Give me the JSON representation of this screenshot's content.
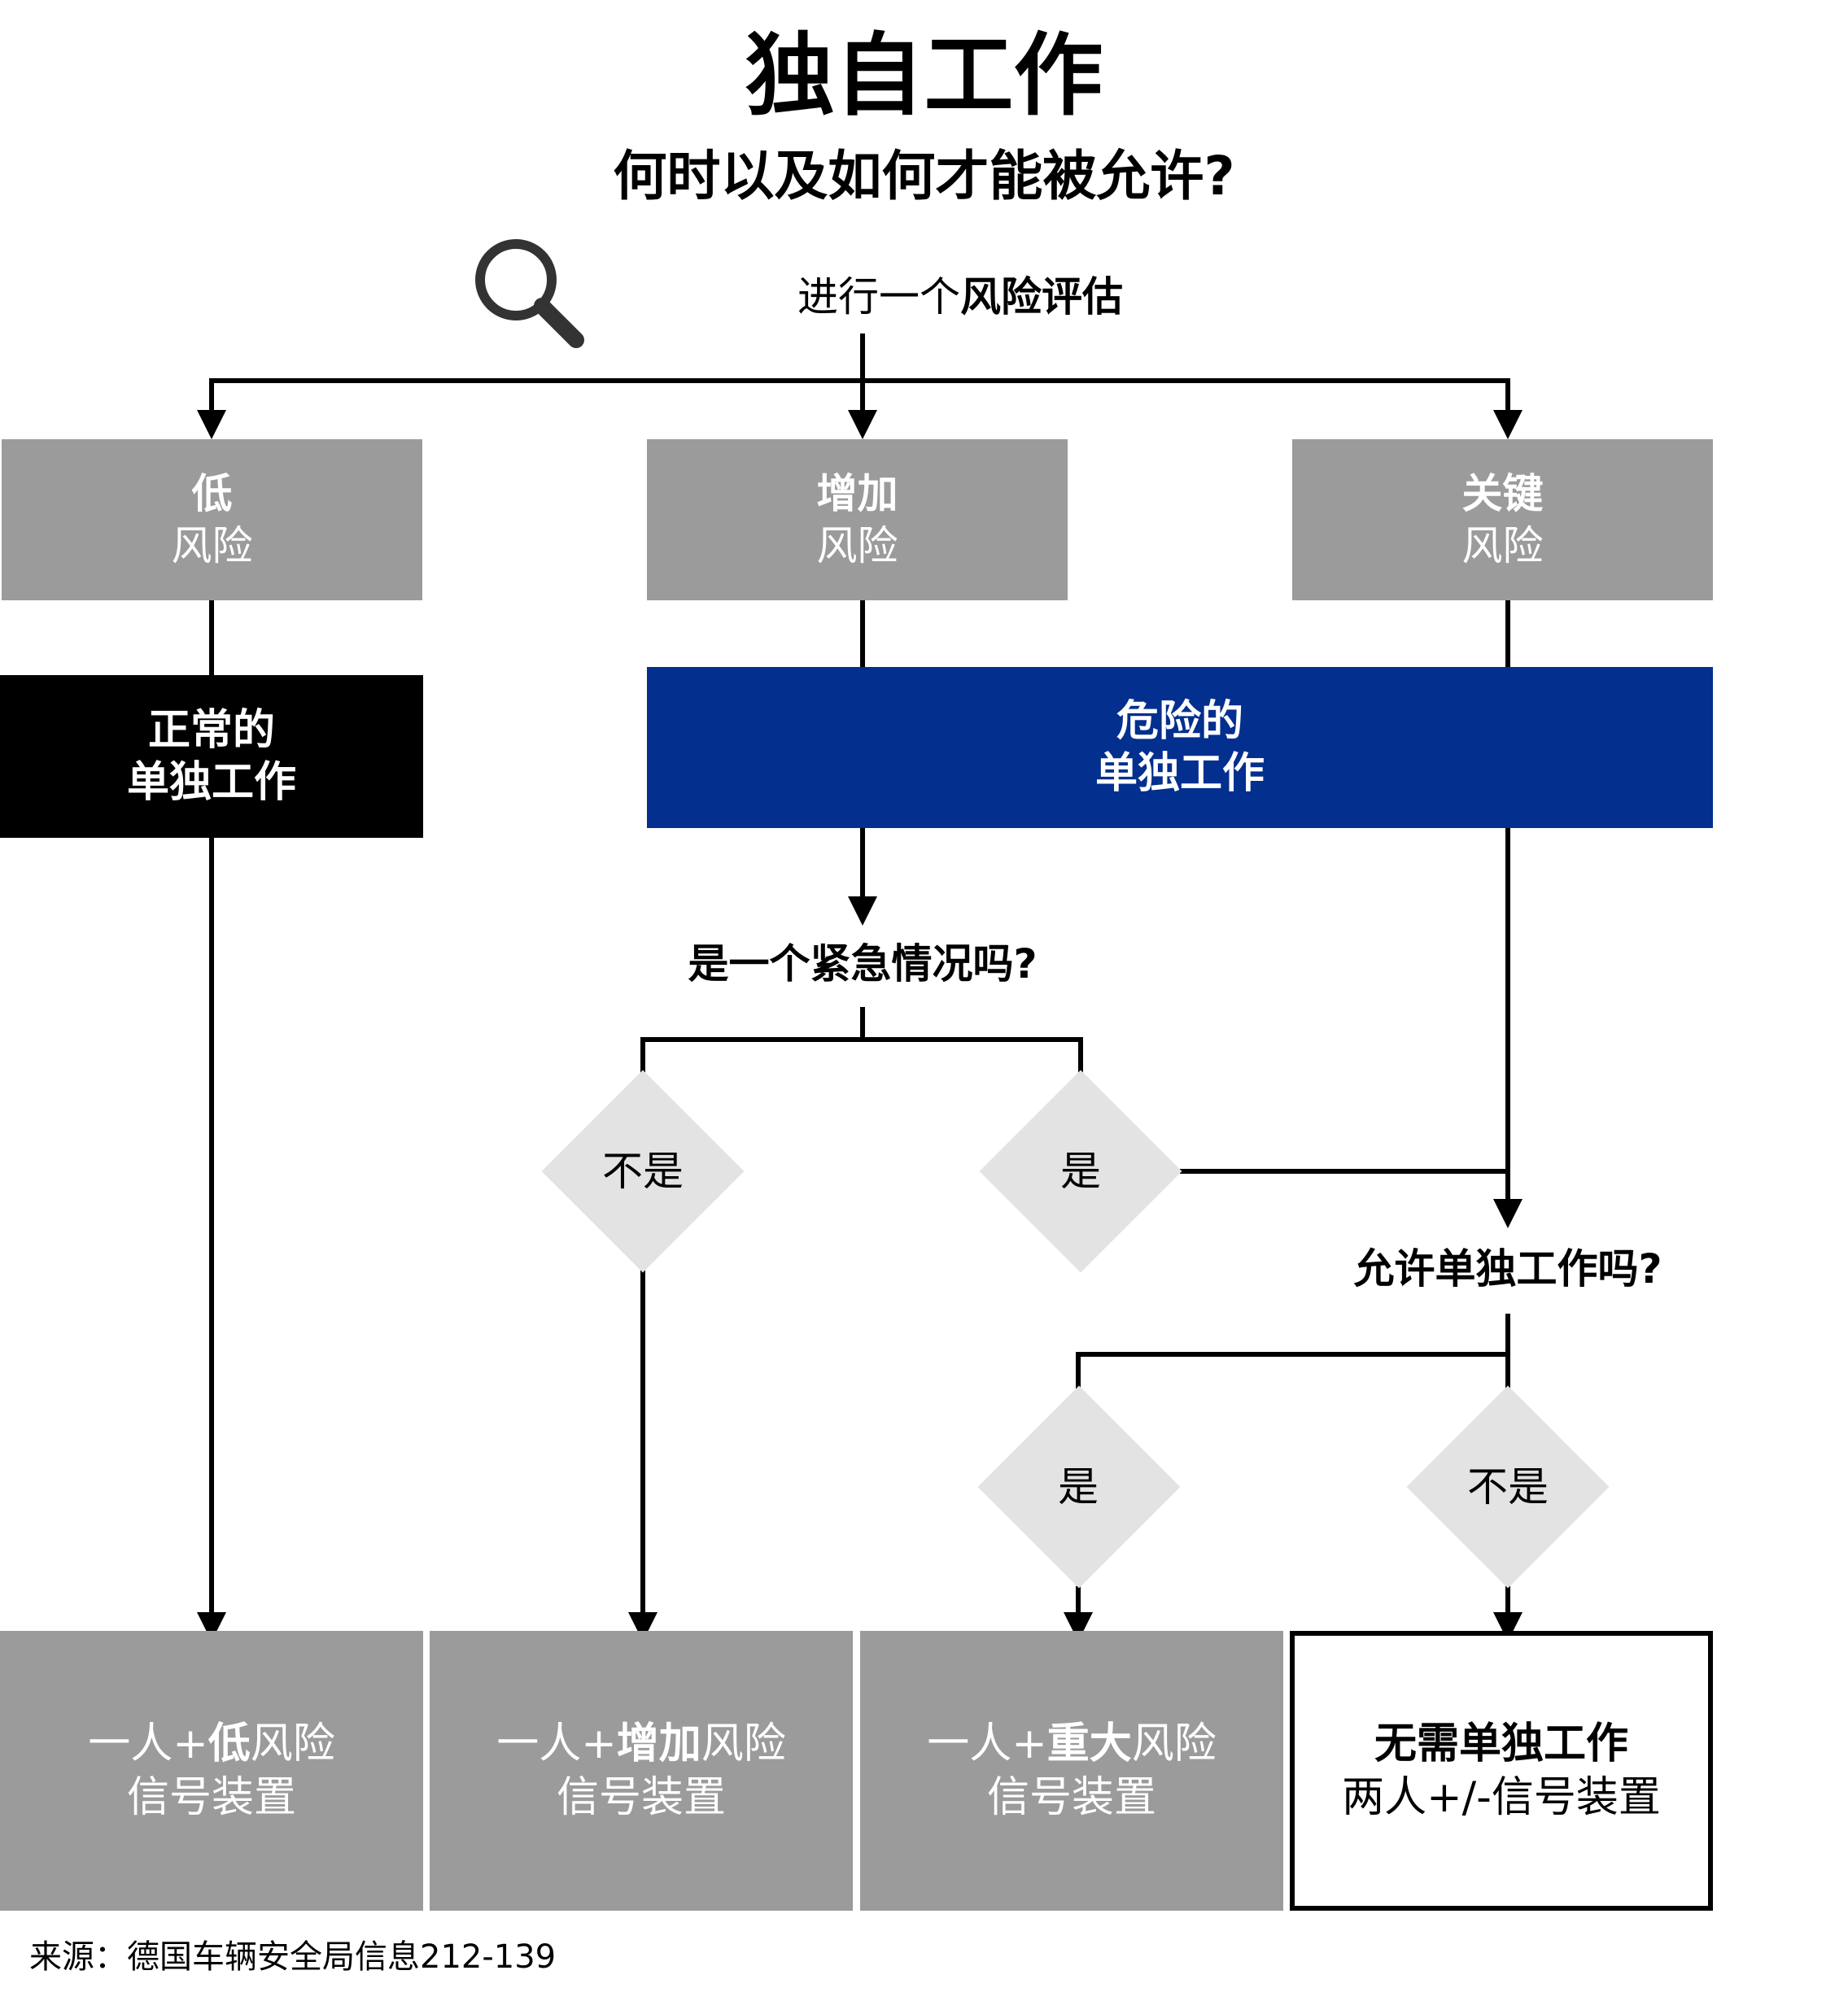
{
  "title": "独自工作",
  "subtitle": "何时以及如何才能被允许?",
  "assessment": {
    "prefix": "进行一个",
    "bold": "风险评估"
  },
  "risk_boxes": [
    {
      "line1": "低",
      "line2": "风险"
    },
    {
      "line1": "增加",
      "line2": "风险"
    },
    {
      "line1": "关键",
      "line2": "风险"
    }
  ],
  "normal_box": {
    "line1": "正常的",
    "line2": "单独工作"
  },
  "danger_box": {
    "line1": "危险的",
    "line2": "单独工作"
  },
  "question_emergency": "是一个紧急情况吗?",
  "question_allowed": "允许单独工作吗?",
  "diamonds": {
    "emergency_no": "不是",
    "emergency_yes": "是",
    "allowed_yes": "是",
    "allowed_no": "不是"
  },
  "outcomes": [
    {
      "pre": "一人+",
      "bold": "低",
      "post": "风险",
      "line2": "信号装置"
    },
    {
      "pre": "一人+",
      "bold": "增加",
      "post": "风险",
      "line2": "信号装置"
    },
    {
      "pre": "一人+",
      "bold": "重大",
      "post": "风险",
      "line2": "信号装置"
    },
    {
      "bold": "无需单独工作",
      "line2": "两人+/-信号装置"
    }
  ],
  "source": "来源：德国车辆安全局信息212-139",
  "colors": {
    "gray": "#9b9b9b",
    "blue": "#032f8e",
    "diamond": "#e3e3e3",
    "black": "#000000"
  },
  "icons": {
    "magnifier": "magnifying-glass-icon"
  }
}
